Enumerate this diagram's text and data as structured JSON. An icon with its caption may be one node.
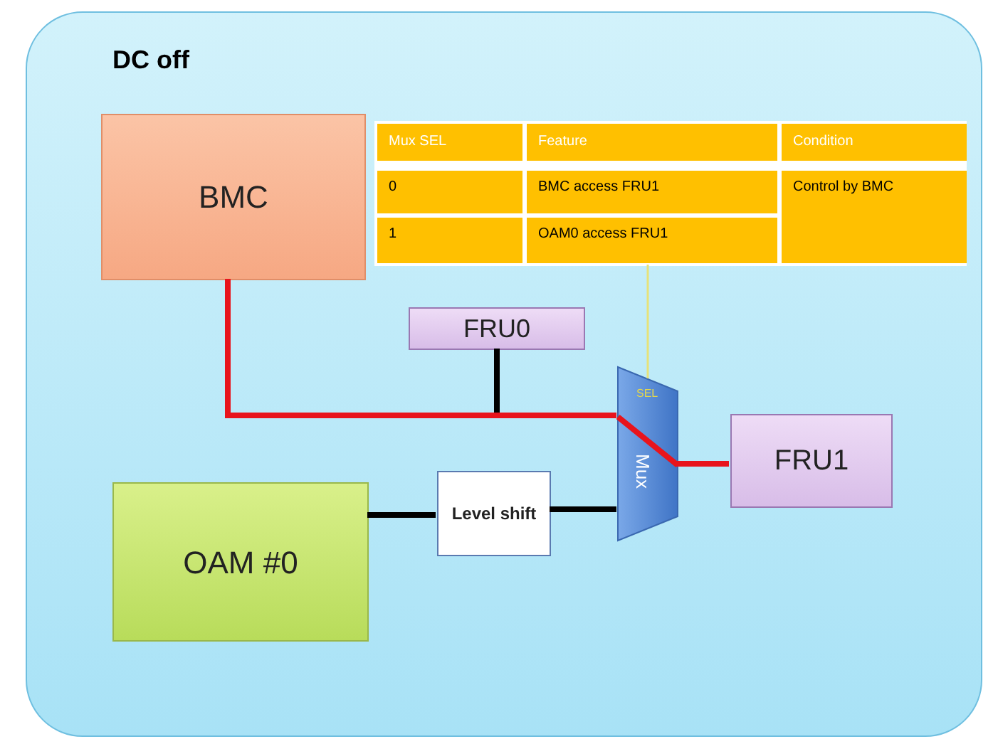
{
  "diagram": {
    "nodes": [
      {
        "text": [
          "DC off"
        ]
      },
      {
        "text": [
          "BMC"
        ],
        "in": 0
      },
      {
        "text": [
          "Mux SEL",
          "Feature",
          "Condition",
          "0",
          "BMC access FRU1",
          "Control by BMC",
          "1",
          "OAM0 access FRU1"
        ],
        "in": 0
      },
      {
        "text": [
          "FRU0"
        ],
        "in": 0
      },
      {
        "text": [
          "SEL",
          "Mux"
        ],
        "in": 0
      },
      {
        "text": [
          "FRU1"
        ],
        "in": 0
      },
      {
        "text": [
          "OAM #0"
        ],
        "in": 0
      },
      {
        "text": [
          "Level shift"
        ],
        "in": 0
      }
    ],
    "edges": [
      {
        "from": 1,
        "to": 4,
        "arrow": "none",
        "color": "#e8141c"
      },
      {
        "from": 3,
        "to": 4,
        "arrow": "none"
      },
      {
        "from": 4,
        "to": 5,
        "arrow": "none",
        "color": "#e8141c"
      },
      {
        "from": 6,
        "to": 7,
        "arrow": "none"
      },
      {
        "from": 7,
        "to": 4,
        "arrow": "none"
      },
      {
        "from": 2,
        "to": 4,
        "arrow": "none",
        "color": "#e6e27a"
      }
    ]
  }
}
